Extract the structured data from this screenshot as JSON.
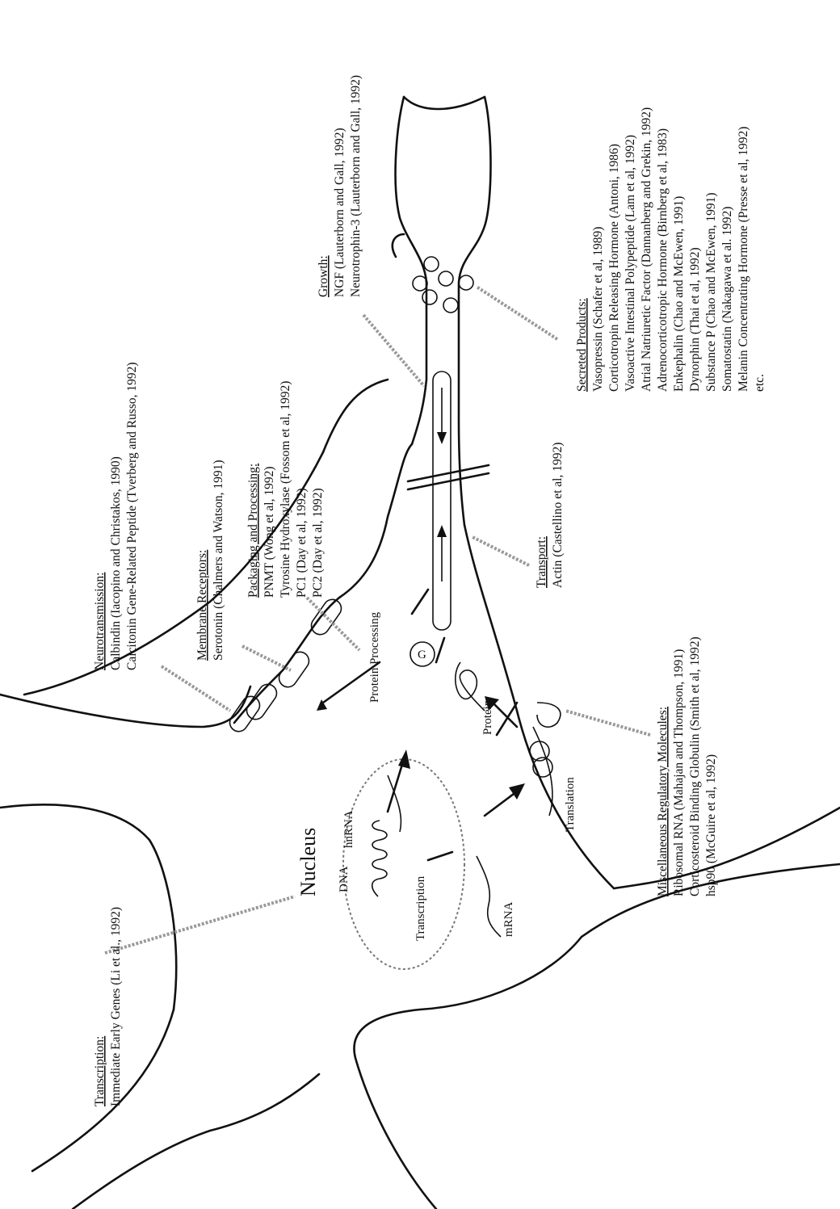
{
  "labels": {
    "nucleus": "Nucleus",
    "dna": "DNA",
    "hnrna": "hnRNA",
    "transcription": "Transcription",
    "mrna": "mRNA",
    "translation": "Translation",
    "protein": "Protein",
    "protein_processing": "Protein Processing"
  },
  "groups": {
    "transcription": {
      "heading": "Transcription:",
      "items": [
        "Immediate Early Genes (Li et al., 1992)"
      ]
    },
    "neurotransmission": {
      "heading": "Neurotransmission:",
      "items": [
        "Calbindin (Iacopino and Christakos, 1990)",
        "Calcitonin Gene-Related Peptide (Tverberg and Russo, 1992)"
      ]
    },
    "membrane_receptors": {
      "heading": "Membrane Receptors:",
      "items": [
        "Serotonin (Chalmers and Watson, 1991)"
      ]
    },
    "packaging": {
      "heading": "Packaging and Processing:",
      "items": [
        "PNMT (Wong et al, 1992)",
        "Tyrosine Hydroxylase (Fossom et al, 1992)",
        "PC1 (Day et al, 1992)",
        "PC2 (Day et al, 1992)"
      ]
    },
    "growth": {
      "heading": "Growth:",
      "items": [
        "NGF (Lauterborn and Gall, 1992)",
        "Neurotrophin-3 (Lauterborn and Gall, 1992)"
      ]
    },
    "transport": {
      "heading": "Transport:",
      "items": [
        "Actin (Castellino et al, 1992)"
      ]
    },
    "secreted": {
      "heading": "Secreted Products:",
      "items": [
        "Vasopressin  (Schafer et al, 1989)",
        "Corticotropin Releasing Hormone (Antoni, 1986)",
        "Vasoactive Intestinal Polypeptide (Lam et al, 1992)",
        "Atrial Natriuretic Factor (Dannanberg and Grekin, 1992)",
        "Adrenocorticotropic Hormone (Birnberg et al, 1983)",
        "Enkephalin (Chao and McEwen, 1991)",
        "Dynorphin (Thai et al, 1992)",
        "Substance P (Chao and McEwen, 1991)",
        "Somatostatin (Nakagawa et al. 1992)",
        "Melanin Concentrating Hormone (Presse et al, 1992)",
        "etc."
      ]
    },
    "misc": {
      "heading": "Miscellaneous Regulatory Molecules:",
      "items": [
        "Ribosomal RNA (Mahajan and Thompson, 1991)",
        "Corticosteroid Binding Globulin (Smith et al, 1992)",
        "hsp90 (McGuire et al, 1992)"
      ]
    }
  }
}
